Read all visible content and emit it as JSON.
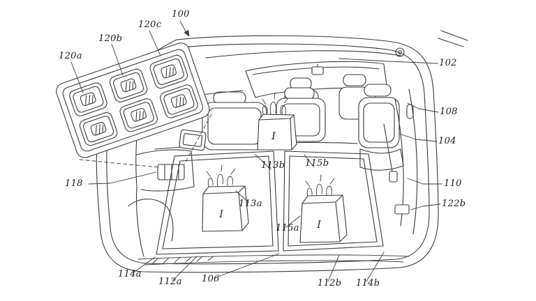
{
  "figure": {
    "kind": "patent-line-drawing",
    "subject": "vehicle cargo area with grocery bags, cargo mats and switch panel inset",
    "bag_marking": "I",
    "ref_numerals": [
      "100",
      "120c",
      "120b",
      "120a",
      "102",
      "108",
      "104",
      "110",
      "122b",
      "118",
      "113b",
      "115b",
      "113a",
      "115a",
      "114a",
      "112a",
      "106",
      "112b",
      "114b"
    ]
  }
}
